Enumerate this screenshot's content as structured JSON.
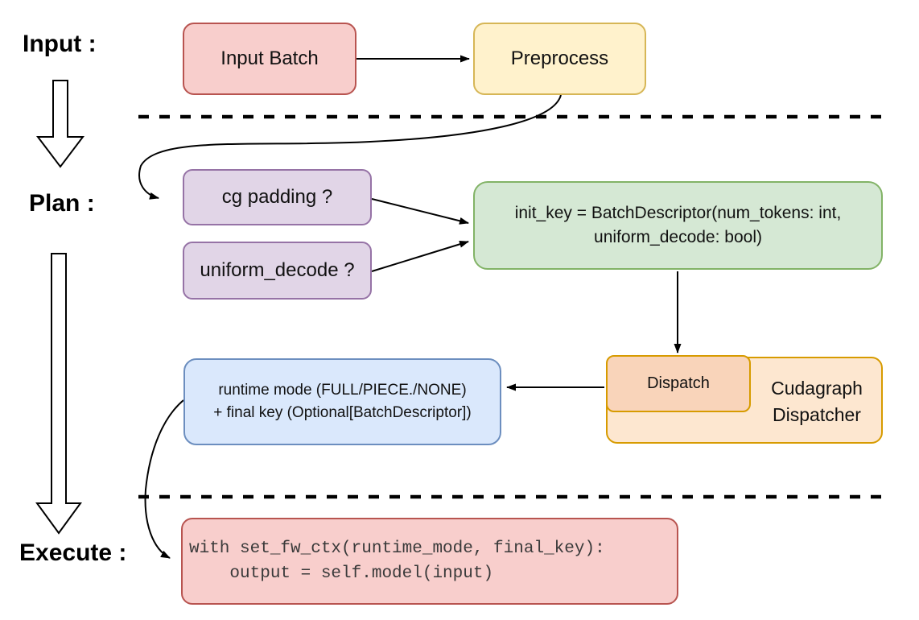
{
  "stage_labels": {
    "input": "Input :",
    "plan": "Plan :",
    "execute": "Execute :"
  },
  "nodes": {
    "input_batch": {
      "label": "Input Batch"
    },
    "preprocess": {
      "label": "Preprocess"
    },
    "cg_padding": {
      "label": "cg padding ?"
    },
    "uniform_decode": {
      "label": "uniform_decode ?"
    },
    "init_key": {
      "line1": "init_key = BatchDescriptor(num_tokens: int,",
      "line2": "uniform_decode: bool)"
    },
    "dispatch": {
      "label": "Dispatch"
    },
    "cudagraph_dispatcher": {
      "line1": "Cudagraph",
      "line2": "Dispatcher"
    },
    "runtime_mode": {
      "line1": "runtime mode (FULL/PIECE./NONE)",
      "line2": "+ final key (Optional[BatchDescriptor])"
    },
    "execute_code": {
      "line1": "with set_fw_ctx(runtime_mode, final_key):",
      "line2": "    output = self.model(input)"
    }
  },
  "colors": {
    "red_fill": "#f8cecc",
    "red_stroke": "#b85450",
    "yellow_fill": "#fff2cc",
    "yellow_stroke": "#d6b656",
    "purple_fill": "#e1d5e7",
    "purple_stroke": "#9673a6",
    "green_fill": "#d5e8d4",
    "green_stroke": "#82b366",
    "blue_fill": "#dae8fc",
    "blue_stroke": "#6c8ebf",
    "orange_outer_fill": "#fde7d0",
    "orange_inner_fill": "#f9d4ba",
    "orange_stroke": "#d79b00",
    "line_color": "#000000"
  }
}
